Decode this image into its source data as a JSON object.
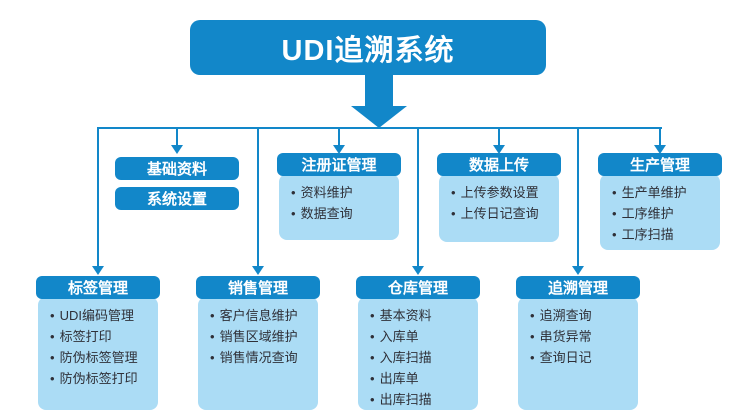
{
  "root": {
    "title": "UDI追溯系统"
  },
  "colors": {
    "primary": "#1287C9",
    "panel": "#ABDCF5",
    "text_dark": "#2F3038",
    "background": "#FFFFFF"
  },
  "mid_row": {
    "buttons": [
      "基础资料",
      "系统设置"
    ],
    "modules": [
      {
        "title": "注册证管理",
        "items": [
          "资料维护",
          "数据查询"
        ]
      },
      {
        "title": "数据上传",
        "items": [
          "上传参数设置",
          "上传日记查询"
        ]
      },
      {
        "title": "生产管理",
        "items": [
          "生产单维护",
          "工序维护",
          "工序扫描"
        ]
      }
    ]
  },
  "bottom_row": {
    "modules": [
      {
        "title": "标签管理",
        "items": [
          "UDI编码管理",
          "标签打印",
          "防伪标签管理",
          "防伪标签打印"
        ]
      },
      {
        "title": "销售管理",
        "items": [
          "客户信息维护",
          "销售区域维护",
          "销售情况查询"
        ]
      },
      {
        "title": "仓库管理",
        "items": [
          "基本资料",
          "入库单",
          "入库扫描",
          "出库单",
          "出库扫描"
        ]
      },
      {
        "title": "追溯管理",
        "items": [
          "追溯查询",
          "串货异常",
          "查询日记"
        ]
      }
    ]
  }
}
